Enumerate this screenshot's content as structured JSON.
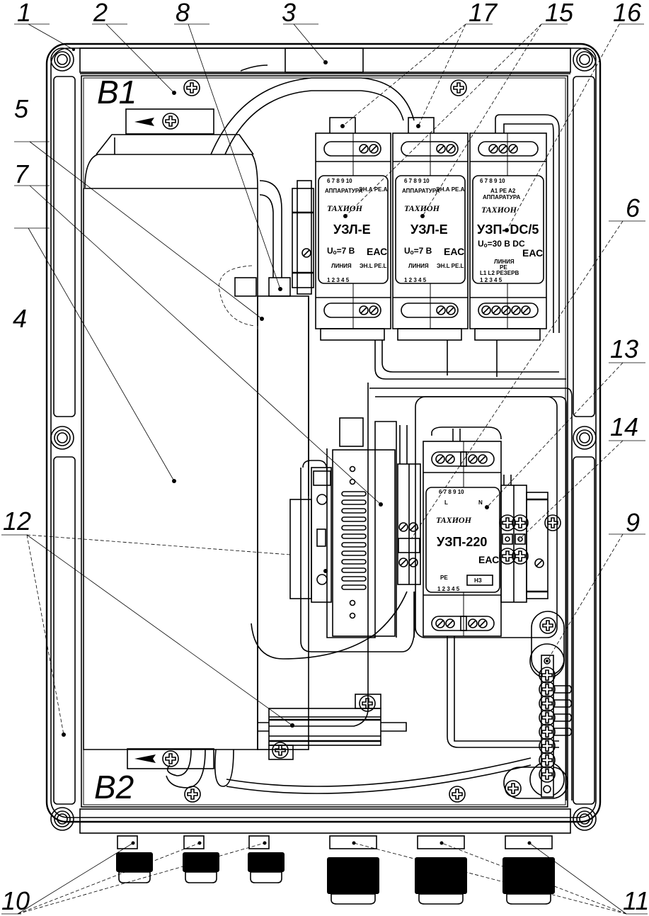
{
  "drawing": {
    "title": "Enclosure assembly diagram",
    "zones": {
      "top": "B1",
      "bottom": "B2"
    },
    "callouts": [
      {
        "id": "1",
        "label": "1"
      },
      {
        "id": "2",
        "label": "2"
      },
      {
        "id": "3",
        "label": "3"
      },
      {
        "id": "4",
        "label": "4"
      },
      {
        "id": "5",
        "label": "5"
      },
      {
        "id": "6",
        "label": "6"
      },
      {
        "id": "7",
        "label": "7"
      },
      {
        "id": "8",
        "label": "8"
      },
      {
        "id": "9",
        "label": "9"
      },
      {
        "id": "10",
        "label": "10"
      },
      {
        "id": "11",
        "label": "11"
      },
      {
        "id": "12",
        "label": "12"
      },
      {
        "id": "13",
        "label": "13"
      },
      {
        "id": "14",
        "label": "14"
      },
      {
        "id": "15",
        "label": "15"
      },
      {
        "id": "16",
        "label": "16"
      },
      {
        "id": "17",
        "label": "17"
      }
    ],
    "devices": {
      "uzl1": {
        "brand": "ТАХИОН",
        "model": "УЗЛ-Е",
        "voltage": "Uₒ=7 В",
        "cert": "ЕАС",
        "top_pins": [
          "6",
          "7",
          "8",
          "9",
          "10"
        ],
        "top_group": "АППАРАТУРА",
        "top_right": "ЭН.А  РЕ.А",
        "bottom_group": "ЛИНИЯ",
        "bottom_right": "ЭН.L  РЕ.L",
        "bottom_pins": [
          "1",
          "2",
          "3",
          "4",
          "5"
        ]
      },
      "uzl2": {
        "brand": "ТАХИОН",
        "model": "УЗЛ-Е",
        "voltage": "Uₒ=7 В",
        "cert": "ЕАС",
        "top_pins": [
          "6",
          "7",
          "8",
          "9",
          "10"
        ],
        "top_group": "АППАРАТУРА",
        "top_right": "ЭН.А  РЕ.А",
        "bottom_group": "ЛИНИЯ",
        "bottom_right": "ЭН.L  РЕ.L",
        "bottom_pins": [
          "1",
          "2",
          "3",
          "4",
          "5"
        ]
      },
      "uzp_dc": {
        "brand": "ТАХИОН",
        "model": "УЗП-   DC/5",
        "voltage": "Uₒ=30 В DC",
        "cert": "ЕАС",
        "top_pins": [
          "6",
          "7",
          "8",
          "9",
          "10"
        ],
        "top_labels": "A1  PE  A2",
        "top_group": "АППАРАТУРА",
        "bottom_group": "ЛИНИЯ",
        "bottom_mid": "PE",
        "bottom_labels": "L1          L2 РЕЗЕРВ",
        "bottom_pins": [
          "1",
          "2",
          "3",
          "4",
          "5"
        ]
      },
      "uzp220": {
        "brand": "ТАХИОН",
        "model": "УЗП-220",
        "cert": "ЕАС",
        "top_pins": [
          "6",
          "7",
          "8",
          "9",
          "10"
        ],
        "top_left": "L",
        "top_right": "N",
        "bottom_left": "PE",
        "bottom_right": "НЗ",
        "bottom_pins": [
          "1",
          "2",
          "3",
          "4",
          "5"
        ]
      }
    }
  }
}
